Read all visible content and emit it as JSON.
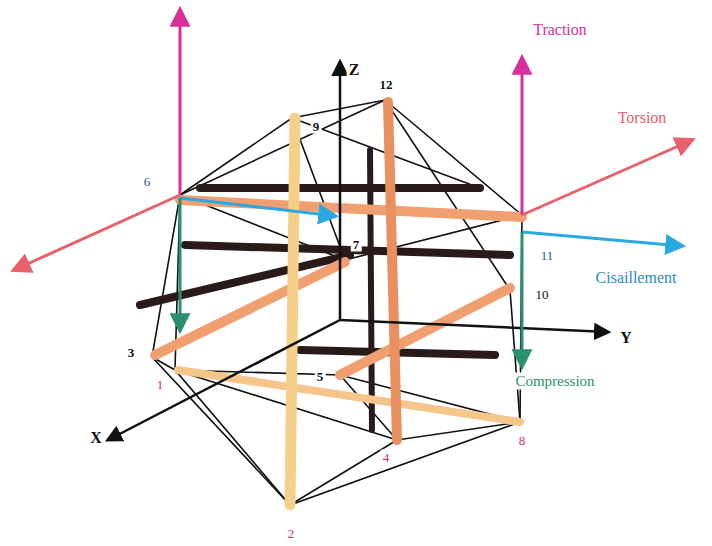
{
  "diagram": {
    "labels": [
      "Traction",
      "Torsion",
      "Cisaillement",
      "Compression",
      "Z",
      "Y",
      "X",
      "6",
      "12",
      "9",
      "7",
      "11",
      "10",
      "3",
      "1",
      "5",
      "2",
      "4",
      "8"
    ]
  }
}
